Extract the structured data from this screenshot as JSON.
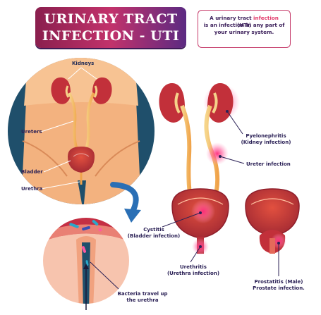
{
  "header": {
    "title_line1": "URINARY TRACT",
    "title_line2": "INFECTION - UTI"
  },
  "definition": {
    "part1": "A urinary tract ",
    "highlight": "infection",
    "part2": " (UTI)",
    "line2": "is an infection in any part of",
    "line3": "your urinary system."
  },
  "anatomy_labels": {
    "kidneys": "Kidneys",
    "ureters": "Ureters",
    "bladder": "Bladder",
    "urethra": "Urethra"
  },
  "infections": {
    "pyelo_line1": "Pyelonephritis",
    "pyelo_line2": "(Kidney infection)",
    "ureter": "Ureter infection",
    "cystitis_line1": "Cystitis",
    "cystitis_line2": "(Bladder infection)",
    "urethritis_line1": "Urethritis",
    "urethritis_line2": "(Urethra infection)",
    "prostatitis_line1": "Prostatitis (Male)",
    "prostatitis_line2": "Prostate infection."
  },
  "bacteria": {
    "line1": "Bacteria travel up",
    "line2": "the urethra"
  },
  "colors": {
    "kidney": "#c2303a",
    "bladder": "#b8303a",
    "infection_glow": "#ff3d8b",
    "skin": "#f3b27f",
    "circle_bg": "#1f4f6b",
    "text": "#2b2156",
    "arrow": "#2a6fb5"
  }
}
